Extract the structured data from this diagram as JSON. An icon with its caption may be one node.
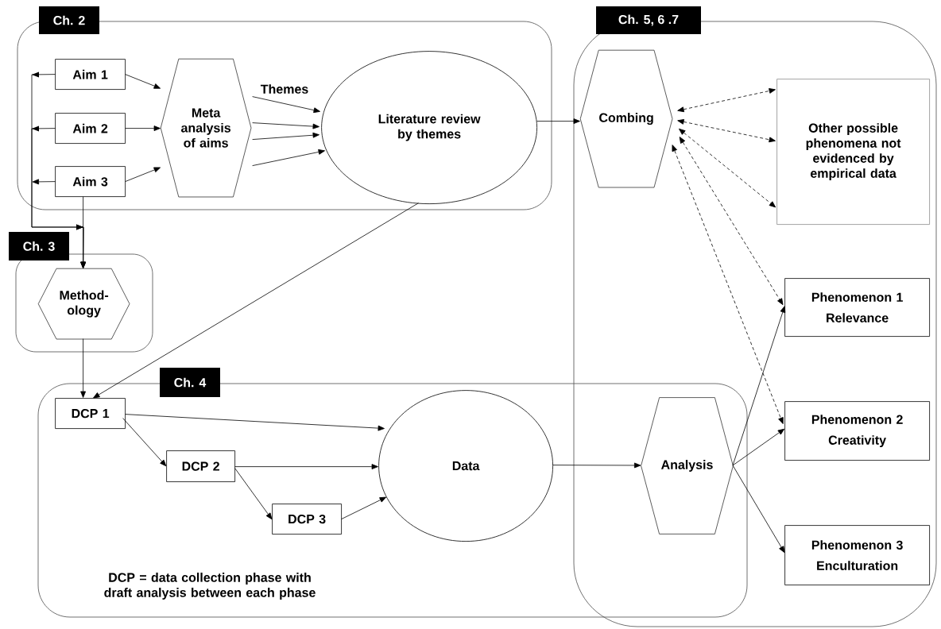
{
  "diagram": {
    "nodes": [
      {
        "text": [
          "Ch. 2"
        ]
      },
      {
        "text": [
          "Aim 1"
        ],
        "in": 0
      },
      {
        "text": [
          "Aim 2"
        ],
        "in": 0
      },
      {
        "text": [
          "Aim 3"
        ],
        "in": 0
      },
      {
        "text": [
          "Meta analysis of aims"
        ],
        "in": 0
      },
      {
        "text": [
          "Literature review by themes"
        ],
        "in": 0
      },
      {
        "text": [
          "Ch. 3"
        ]
      },
      {
        "text": [
          "Method-ology"
        ],
        "in": 6
      },
      {
        "text": [
          "Ch. 4"
        ]
      },
      {
        "text": [
          "DCP 1"
        ],
        "in": 8
      },
      {
        "text": [
          "DCP 2"
        ],
        "in": 8
      },
      {
        "text": [
          "DCP 3"
        ],
        "in": 8
      },
      {
        "text": [
          "Data"
        ],
        "in": 8
      },
      {
        "text": [
          "Ch. 5, 6 .7"
        ]
      },
      {
        "text": [
          "Combing"
        ],
        "in": 13
      },
      {
        "text": [
          "Other possible phenomena not evidenced by empirical data"
        ],
        "in": 13
      },
      {
        "text": [
          "Phenomenon 1",
          "Relevance"
        ],
        "in": 13
      },
      {
        "text": [
          "Phenomenon 2",
          "Creativity"
        ],
        "in": 13
      },
      {
        "text": [
          "Phenomenon 3",
          "Enculturation"
        ],
        "in": 13
      },
      {
        "text": [
          "Analysis"
        ]
      }
    ],
    "edges": [
      {
        "from": 1,
        "to": 4,
        "arrow": "to"
      },
      {
        "from": 2,
        "to": 4,
        "arrow": "to"
      },
      {
        "from": 3,
        "to": 4,
        "arrow": "to"
      },
      {
        "from": 1,
        "to": 7,
        "arrow": "to"
      },
      {
        "from": 2,
        "to": 7,
        "arrow": "to"
      },
      {
        "from": 3,
        "to": 7,
        "arrow": "to"
      },
      {
        "from": 4,
        "to": 5,
        "arrow": "to"
      },
      {
        "from": 4,
        "to": 5,
        "arrow": "to"
      },
      {
        "from": 4,
        "to": 5,
        "arrow": "to"
      },
      {
        "from": 4,
        "to": 5,
        "arrow": "to"
      },
      {
        "from": 5,
        "to": 14,
        "arrow": "to"
      },
      {
        "from": 5,
        "to": 9,
        "arrow": "to"
      },
      {
        "from": 7,
        "to": 9,
        "arrow": "to"
      },
      {
        "from": 9,
        "to": 12,
        "arrow": "to"
      },
      {
        "from": 9,
        "to": 10,
        "arrow": "to"
      },
      {
        "from": 10,
        "to": 12,
        "arrow": "to"
      },
      {
        "from": 10,
        "to": 11,
        "arrow": "to"
      },
      {
        "from": 11,
        "to": 12,
        "arrow": "to"
      },
      {
        "from": 12,
        "to": 19,
        "arrow": "to"
      },
      {
        "from": 19,
        "to": 16,
        "arrow": "to"
      },
      {
        "from": 19,
        "to": 17,
        "arrow": "to"
      },
      {
        "from": 19,
        "to": 18,
        "arrow": "to"
      },
      {
        "from": 14,
        "to": 15,
        "arrow": "both",
        "style": "dashed"
      },
      {
        "from": 14,
        "to": 15,
        "arrow": "both",
        "style": "dashed"
      },
      {
        "from": 14,
        "to": 15,
        "arrow": "both",
        "style": "dashed"
      },
      {
        "from": 14,
        "to": 16,
        "arrow": "both",
        "style": "dashed"
      },
      {
        "from": 14,
        "to": 17,
        "arrow": "both",
        "style": "dashed"
      },
      {
        "from": 3,
        "to": null,
        "arrow": "to"
      }
    ],
    "labels": [
      "Themes",
      "DCP = data collection phase with draft analysis between each phase"
    ]
  }
}
